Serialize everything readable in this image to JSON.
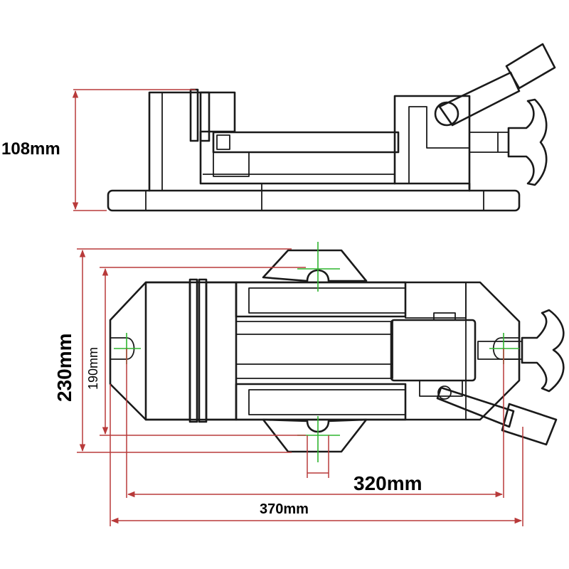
{
  "dimensions": {
    "height": "108mm",
    "outer_width": "230mm",
    "inner_width": "190mm",
    "slot_spacing": "320mm",
    "total_length": "370mm"
  },
  "colors": {
    "outline": "#1a1a1a",
    "dimension_line": "#b83a3a",
    "center_mark": "#2fb52f"
  }
}
